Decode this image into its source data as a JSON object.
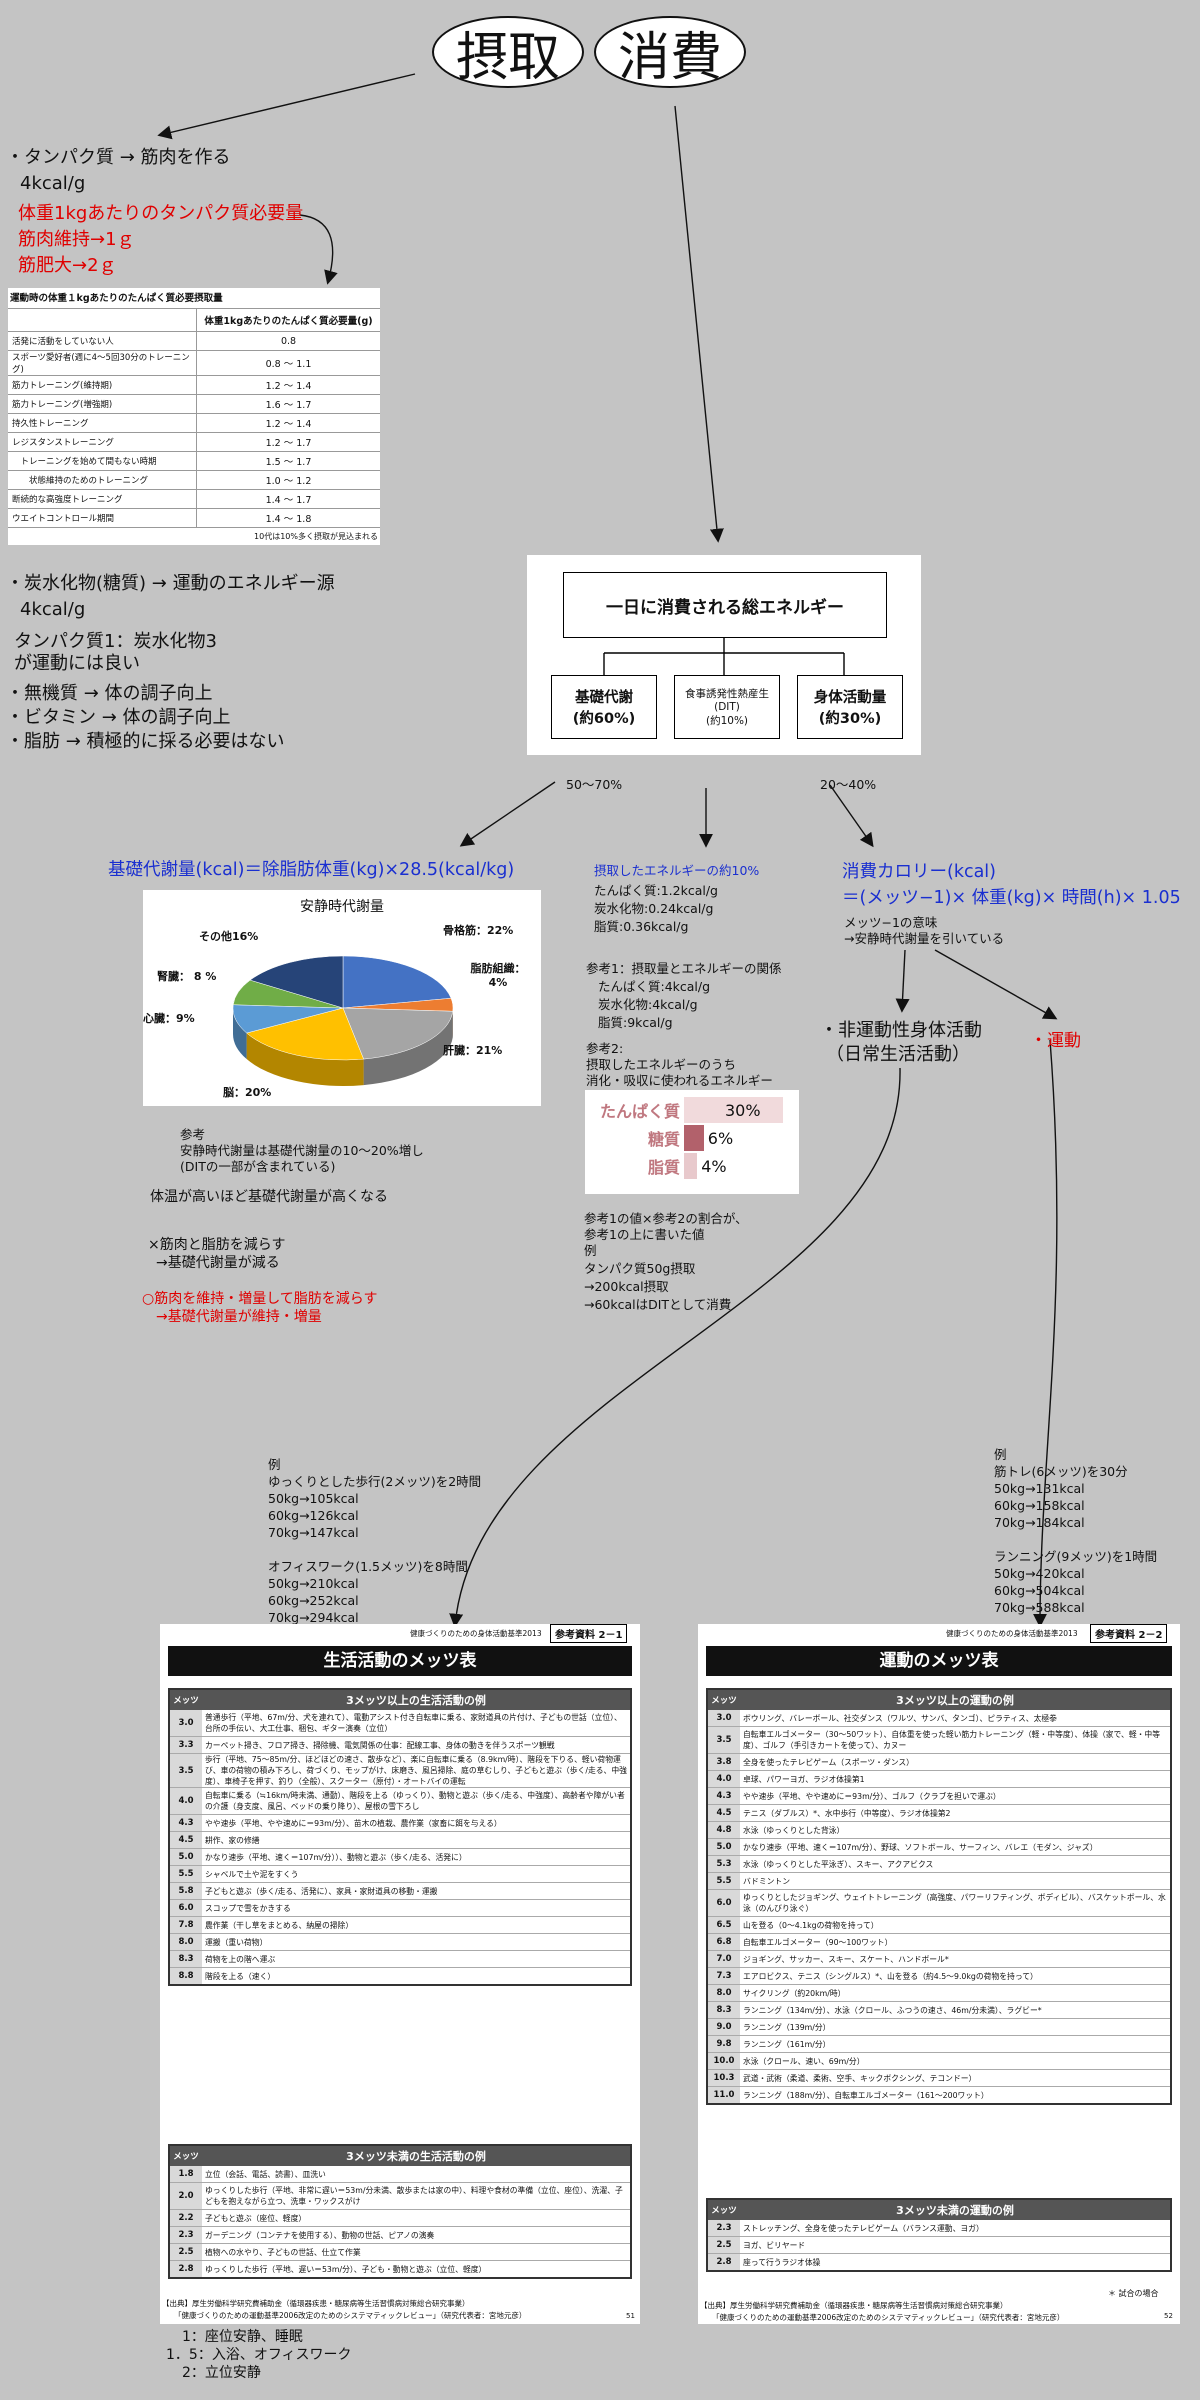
{
  "header": {
    "intake": "摂取",
    "consumption": "消費"
  },
  "intake": {
    "protein_line": "・タンパク質 → 筋肉を作る",
    "protein_kcal": "4kcal/g",
    "need_title": "体重1kgあたりのタンパク質必要量",
    "need_keep": "筋肉維持→1ｇ",
    "need_grow": "筋肥大→2ｇ",
    "table_title": "運動時の体重１kgあたりのたんぱく質必要摂取量",
    "table_header": "体重1kgあたりのたんぱく質必要量(g)",
    "table_rows": [
      {
        "label": "活発に活動をしていない人",
        "value": "0.8"
      },
      {
        "label": "スポーツ愛好者(週に4～5回30分のトレーニング)",
        "value": "0.8 ～ 1.1"
      },
      {
        "label": "筋力トレーニング(維持期)",
        "value": "1.2 ～ 1.4"
      },
      {
        "label": "筋力トレーニング(増強期)",
        "value": "1.6 ～ 1.7"
      },
      {
        "label": "持久性トレーニング",
        "value": "1.2 ～ 1.4"
      },
      {
        "label": "レジスタンストレーニング",
        "value": "1.2 ～ 1.7"
      },
      {
        "label": "　トレーニングを始めて間もない時期",
        "value": "1.5 ～ 1.7"
      },
      {
        "label": "　　状態維持のためのトレーニング",
        "value": "1.0 ～ 1.2"
      },
      {
        "label": "断続的な高強度トレーニング",
        "value": "1.4 ～ 1.7"
      },
      {
        "label": "ウエイトコントロール期間",
        "value": "1.4 ～ 1.8"
      }
    ],
    "table_note": "10代は10%多く摂取が見込まれる",
    "carb_line": "・炭水化物(糖質) → 運動のエネルギー源",
    "carb_kcal": "4kcal/g",
    "ratio_1": "タンパク質1：炭水化物3",
    "ratio_2": "が運動には良い",
    "mineral": "・無機質 → 体の調子向上",
    "vitamin": "・ビタミン → 体の調子向上",
    "fat": "・脂肪 → 積極的に採る必要はない"
  },
  "energy": {
    "total": "一日に消費される総エネルギー",
    "basal": "基礎代謝\n(約60%)",
    "basal_1": "基礎代謝",
    "basal_2": "(約60%)",
    "dit_1": "食事誘発性熱産生",
    "dit_2": "(DIT)",
    "dit_3": "(約10%)",
    "activity_1": "身体活動量",
    "activity_2": "(約30%)",
    "pct_basal": "50～70%",
    "pct_activity": "20～40%"
  },
  "basal": {
    "formula": "基礎代謝量(kcal)＝除脂肪体重(kg)×28.5(kcal/kg)",
    "pie_title": "安静時代謝量",
    "note_1": "参考",
    "note_2": "安静時代謝量は基礎代謝量の10～20%増し",
    "note_3": "(DITの一部が含まれている)",
    "temp": "体温が高いほど基礎代謝量が高くなる",
    "bad_1": "×筋肉と脂肪を減らす",
    "bad_2": "→基礎代謝量が減る",
    "good_1": "○筋肉を維持・増量して脂肪を減らす",
    "good_2": "→基礎代謝量が維持・増量"
  },
  "chart_data": {
    "type": "pie",
    "title": "安静時代謝量",
    "slices": [
      {
        "label": "骨格筋：22%",
        "value": 22,
        "color": "#4472c4"
      },
      {
        "label": "脂肪組織：4%",
        "value": 4,
        "color": "#ed7d31"
      },
      {
        "label": "肝臓：21%",
        "value": 21,
        "color": "#a5a5a5"
      },
      {
        "label": "脳：20%",
        "value": 20,
        "color": "#ffc000"
      },
      {
        "label": "心臓：9%",
        "value": 9,
        "color": "#5b9bd5"
      },
      {
        "label": "腎臓： 8 %",
        "value": 8,
        "color": "#70ad47"
      },
      {
        "label": "その他16%",
        "value": 16,
        "color": "#264478"
      }
    ]
  },
  "dit": {
    "title": "摂取したエネルギーの約10%",
    "l1": "たんぱく質:1.2kcal/g",
    "l2": "炭水化物:0.24kcal/g",
    "l3": "脂質:0.36kcal/g",
    "ref1_title": "参考1：摂取量とエネルギーの関係",
    "r1": "たんぱく質:4kcal/g",
    "r2": "炭水化物:4kcal/g",
    "r3": "脂質:9kcal/g",
    "ref2_1": "参考2:",
    "ref2_2": "摂取したエネルギーのうち",
    "ref2_3": "消化・吸収に使われるエネルギー",
    "bars": [
      {
        "label": "たんぱく質",
        "value": "30%",
        "pct": 30
      },
      {
        "label": "糖質",
        "value": "6%",
        "pct": 6
      },
      {
        "label": "脂質",
        "value": "4%",
        "pct": 4
      }
    ],
    "calc_1": "参考1の値×参考2の割合が、",
    "calc_2": "参考1の上に書いた値",
    "calc_3": "例",
    "calc_4": "タンパク質50g摂取",
    "calc_5": "→200kcal摂取",
    "calc_6": "→60kcalはDITとして消費"
  },
  "activity": {
    "formula_1": "消費カロリー(kcal)",
    "formula_2": "＝(メッツ−1)× 体重(kg)× 時間(h)× 1.05",
    "meaning_1": "メッツ−1の意味",
    "meaning_2": "→安静時代謝量を引いている",
    "neat_1": "・非運動性身体活動",
    "neat_2": "（日常生活活動）",
    "exercise": "・運動",
    "ex_life": [
      "例",
      "ゆっくりとした歩行(2メッツ)を2時間",
      "50kg→105kcal",
      "60kg→126kcal",
      "70kg→147kcal",
      "",
      "オフィスワーク(1.5メッツ)を8時間",
      "50kg→210kcal",
      "60kg→252kcal",
      "70kg→294kcal"
    ],
    "ex_sport": [
      "例",
      "筋トレ(6メッツ)を30分",
      "50kg→131kcal",
      "60kg→158kcal",
      "70kg→184kcal",
      "",
      "ランニング(9メッツ)を1時間",
      "50kg→420kcal",
      "60kg→504kcal",
      "70kg→588kcal"
    ]
  },
  "mets_life": {
    "caption": "健康づくりのための身体活動基準2013",
    "tag": "参考資料 2－1",
    "title": "生活活動のメッツ表",
    "col_mets": "メッツ",
    "head_high": "3メッツ以上の生活活動の例",
    "high": [
      [
        "3.0",
        "普通歩行（平地、67m/分、犬を連れて）、電動アシスト付き自転車に乗る、家財道具の片付け、子どもの世話（立位）、台所の手伝い、大工仕事、梱包、ギター演奏（立位）"
      ],
      [
        "3.3",
        "カーペット掃き、フロア掃き、掃除機、電気関係の仕事：配線工事、身体の動きを伴うスポーツ観戦"
      ],
      [
        "3.5",
        "歩行（平地、75～85m/分、ほどほどの速さ、散歩など）、楽に自転車に乗る（8.9km/時）、階段を下りる、軽い荷物運び、車の荷物の積み下ろし、荷づくり、モップがけ、床磨き、風呂掃除、庭の草むしり、子どもと遊ぶ（歩く/走る、中強度）、車椅子を押す、釣り（全般）、スクーター（原付）・オートバイの運転"
      ],
      [
        "4.0",
        "自転車に乗る（≒16km/時未満、通勤）、階段を上る（ゆっくり）、動物と遊ぶ（歩く/走る、中強度）、高齢者や障がい者の介護（身支度、風呂、ベッドの乗り降り）、屋根の雪下ろし"
      ],
      [
        "4.3",
        "やや速歩（平地、やや速めに＝93m/分）、苗木の植栽、農作業（家畜に餌を与える）"
      ],
      [
        "4.5",
        "耕作、家の修繕"
      ],
      [
        "5.0",
        "かなり速歩（平地、速く＝107m/分））、動物と遊ぶ（歩く/走る、活発に）"
      ],
      [
        "5.5",
        "シャベルで土や泥をすくう"
      ],
      [
        "5.8",
        "子どもと遊ぶ（歩く/走る、活発に）、家具・家財道具の移動・運搬"
      ],
      [
        "6.0",
        "スコップで雪をかきする"
      ],
      [
        "7.8",
        "農作業（干し草をまとめる、納屋の掃除）"
      ],
      [
        "8.0",
        "運搬（重い荷物）"
      ],
      [
        "8.3",
        "荷物を上の階へ運ぶ"
      ],
      [
        "8.8",
        "階段を上る（速く）"
      ]
    ],
    "head_low": "3メッツ未満の生活活動の例",
    "low": [
      [
        "1.8",
        "立位（会話、電話、読書）、皿洗い"
      ],
      [
        "2.0",
        "ゆっくりした歩行（平地、非常に遅い＝53m/分未満、散歩または家の中）、料理や食材の準備（立位、座位）、洗濯、子どもを抱えながら立つ、洗車・ワックスがけ"
      ],
      [
        "2.2",
        "子どもと遊ぶ（座位、軽度）"
      ],
      [
        "2.3",
        "ガーデニング（コンテナを使用する）、動物の世話、ピアノの演奏"
      ],
      [
        "2.5",
        "植物への水やり、子どもの世話、仕立て作業"
      ],
      [
        "2.8",
        "ゆっくりした歩行（平地、遅い＝53m/分）、子ども・動物と遊ぶ（立位、軽度）"
      ]
    ],
    "source_1": "【出典】厚生労働科学研究費補助金（循環器疾患・糖尿病等生活習慣病対策総合研究事業）",
    "source_2": "「健康づくりのための運動基準2006改定のためのシステマティックレビュー」（研究代表者：宮地元彦）",
    "page": "51"
  },
  "mets_sport": {
    "caption": "健康づくりのための身体活動基準2013",
    "tag": "参考資料 2－2",
    "title": "運動のメッツ表",
    "col_mets": "メッツ",
    "head_high": "3メッツ以上の運動の例",
    "high": [
      [
        "3.0",
        "ボウリング、バレーボール、社交ダンス（ワルツ、サンバ、タンゴ）、ピラティス、太極拳"
      ],
      [
        "3.5",
        "自転車エルゴメーター（30～50ワット）、自体重を使った軽い筋力トレーニング（軽・中等度）、体操（家で、軽・中等度）、ゴルフ（手引きカートを使って）、カヌー"
      ],
      [
        "3.8",
        "全身を使ったテレビゲーム（スポーツ・ダンス）"
      ],
      [
        "4.0",
        "卓球、パワーヨガ、ラジオ体操第1"
      ],
      [
        "4.3",
        "やや速歩（平地、やや速めに＝93m/分）、ゴルフ（クラブを担いで運ぶ）"
      ],
      [
        "4.5",
        "テニス（ダブルス）*、水中歩行（中等度）、ラジオ体操第2"
      ],
      [
        "4.8",
        "水泳（ゆっくりとした背泳）"
      ],
      [
        "5.0",
        "かなり速歩（平地、速く＝107m/分）、野球、ソフトボール、サーフィン、バレエ（モダン、ジャズ）"
      ],
      [
        "5.3",
        "水泳（ゆっくりとした平泳ぎ）、スキー、アクアビクス"
      ],
      [
        "5.5",
        "バドミントン"
      ],
      [
        "6.0",
        "ゆっくりとしたジョギング、ウェイトトレーニング（高強度、パワーリフティング、ボディビル）、バスケットボール、水泳（のんびり泳ぐ）"
      ],
      [
        "6.5",
        "山を登る（0～4.1kgの荷物を持って）"
      ],
      [
        "6.8",
        "自転車エルゴメーター（90～100ワット）"
      ],
      [
        "7.0",
        "ジョギング、サッカー、スキー、スケート、ハンドボール*"
      ],
      [
        "7.3",
        "エアロビクス、テニス（シングルス）*、山を登る（約4.5～9.0kgの荷物を持って）"
      ],
      [
        "8.0",
        "サイクリング（約20km/時）"
      ],
      [
        "8.3",
        "ランニング（134m/分）、水泳（クロール、ふつうの速さ、46m/分未満）、ラグビー*"
      ],
      [
        "9.0",
        "ランニング（139m/分）"
      ],
      [
        "9.8",
        "ランニング（161m/分）"
      ],
      [
        "10.0",
        "水泳（クロール、速い、69m/分）"
      ],
      [
        "10.3",
        "武道・武術（柔道、柔術、空手、キックボクシング、テコンドー）"
      ],
      [
        "11.0",
        "ランニング（188m/分）、自転車エルゴメーター（161～200ワット）"
      ]
    ],
    "head_low": "3メッツ未満の運動の例",
    "low": [
      [
        "2.3",
        "ストレッチング、全身を使ったテレビゲーム（バランス運動、ヨガ）"
      ],
      [
        "2.5",
        "ヨガ、ビリヤード"
      ],
      [
        "2.8",
        "座って行うラジオ体操"
      ]
    ],
    "note": "＊ 試合の場合",
    "source_1": "【出典】厚生労働科学研究費補助金（循環器疾患・糖尿病等生活習慣病対策総合研究事業）",
    "source_2": "「健康づくりのための運動基準2006改定のためのシステマティックレビュー」（研究代表者：宮地元彦）",
    "page": "52"
  },
  "footer": {
    "l1": "1：座位安静、睡眠",
    "l2": "1．5：入浴、オフィスワーク",
    "l3": "2：立位安静"
  }
}
